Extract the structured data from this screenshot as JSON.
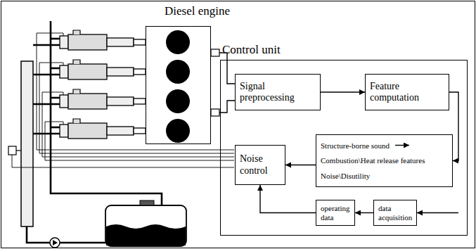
{
  "diagram": {
    "nodes": [
      {
        "text": [
          "Diesel engine"
        ]
      },
      {
        "text": [
          "Control unit"
        ]
      },
      {
        "text": [
          "Signal preprocessing"
        ],
        "in": 1
      },
      {
        "text": [
          "Feature computation"
        ],
        "in": 1
      },
      {
        "text": [
          "Structure-borne sound",
          "Combustion\\Heat release features",
          "Noise\\Disutility"
        ],
        "in": 1
      },
      {
        "text": [
          "Noise control"
        ],
        "in": 1
      },
      {
        "text": [
          "operating data"
        ],
        "in": 1
      },
      {
        "text": [
          "data acquisition"
        ],
        "in": 1
      }
    ],
    "edges": [
      {
        "from": 0,
        "to": 2,
        "arrow": "none"
      },
      {
        "from": 0,
        "to": 2,
        "arrow": "none"
      },
      {
        "from": 2,
        "to": 3,
        "arrow": "to"
      },
      {
        "from": 3,
        "to": 4,
        "arrow": "to"
      },
      {
        "from": 4,
        "to": 5,
        "arrow": "to"
      },
      {
        "from": 6,
        "to": 5,
        "arrow": "to"
      },
      {
        "from": 7,
        "to": 6,
        "arrow": "to"
      }
    ]
  }
}
